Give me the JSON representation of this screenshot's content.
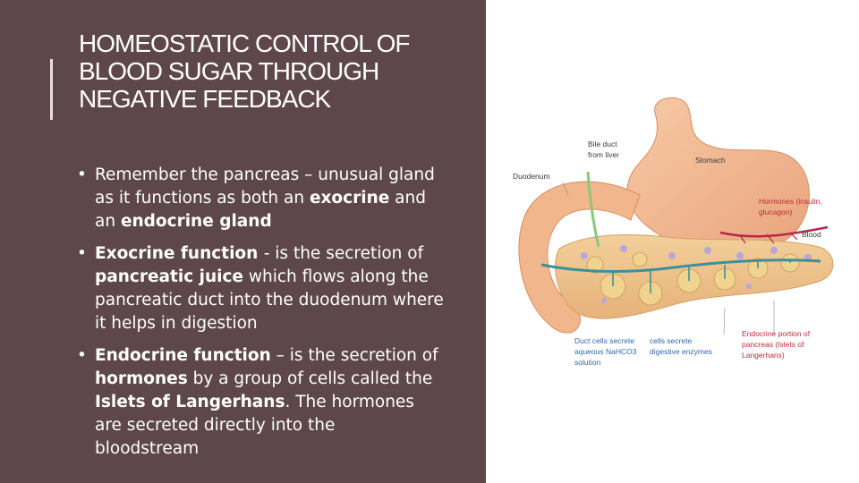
{
  "slide": {
    "title": "HOMEOSTATIC CONTROL OF BLOOD SUGAR THROUGH NEGATIVE FEEDBACK",
    "bullets": [
      {
        "runs": [
          {
            "text": "Remember the pancreas – unusual gland as it functions as both an ",
            "bold": false
          },
          {
            "text": "exocrine",
            "bold": true
          },
          {
            "text": " and an ",
            "bold": false
          },
          {
            "text": "endocrine gland",
            "bold": true
          }
        ]
      },
      {
        "runs": [
          {
            "text": "Exocrine function ",
            "bold": true
          },
          {
            "text": " - is the secretion of ",
            "bold": false
          },
          {
            "text": "pancreatic juice",
            "bold": true
          },
          {
            "text": " which flows along the pancreatic duct into the duodenum where it helps in digestion",
            "bold": false
          }
        ]
      },
      {
        "runs": [
          {
            "text": "Endocrine function",
            "bold": true
          },
          {
            "text": " – is the secretion of ",
            "bold": false
          },
          {
            "text": "hormones",
            "bold": true
          },
          {
            "text": "  by a group of cells called the ",
            "bold": false
          },
          {
            "text": "Islets of Langerhans",
            "bold": true
          },
          {
            "text": ". The hormones are secreted directly into the bloodstream",
            "bold": false
          }
        ]
      }
    ],
    "bullet_glyph": "•"
  },
  "diagram": {
    "labels": {
      "bile_duct_1": "Bile duct",
      "bile_duct_2": "from liver",
      "stomach": "Stomach",
      "duodenum": "Duodenum",
      "hormones_1": "Hormones (insulin,",
      "hormones_2": "glucagon)",
      "blood": "Blood",
      "duct_cells_1": "Duct cells secrete",
      "duct_cells_2": "aqueous NaHCO3",
      "duct_cells_3": "solution",
      "cells_secrete_1": "cells secrete",
      "cells_secrete_2": "digestive enzymes",
      "endocrine_1": "Endocrine portion of",
      "endocrine_2": "pancreas (Islets of",
      "endocrine_3": "Langerhans)"
    }
  },
  "colors": {
    "panel_background": "#5d474b",
    "accent_bar": "#e8dfe0",
    "label_red": "#c02b3a",
    "label_blue": "#2c67b5",
    "label_dark": "#3a3a3a"
  }
}
